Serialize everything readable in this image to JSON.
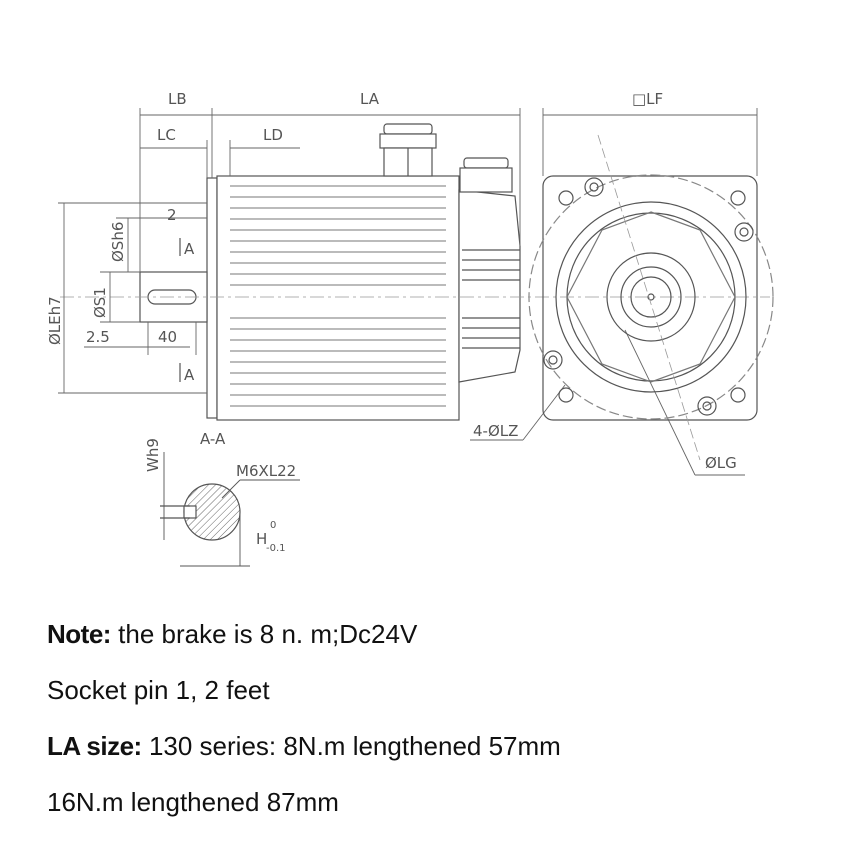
{
  "drawing": {
    "dims": {
      "lb": "LB",
      "la": "LA",
      "lc": "LC",
      "ld": "LD",
      "olf": "□LF",
      "le": "ØLEh7",
      "s": "ØSh6",
      "s1": "ØS1",
      "d2": "2",
      "d25": "2.5",
      "d40": "40",
      "sec_a_top": "A",
      "sec_a_bot": "A",
      "lz": "4-ØLZ",
      "lg": "ØLG",
      "aa": "A-A",
      "thread": "M6XL22",
      "w": "Wh9",
      "h": "H",
      "h_tol_up": "0",
      "h_tol_dn": "-0.1"
    }
  },
  "notes": {
    "line1_label": "Note:",
    "line1_text": " the brake is 8 n. m;Dc24V",
    "line2_text": "Socket pin 1, 2 feet",
    "line3_label": "LA size:",
    "line3_text": " 130 series: 8N.m lengthened 57mm",
    "line4_text": "16N.m lengthened 87mm"
  }
}
